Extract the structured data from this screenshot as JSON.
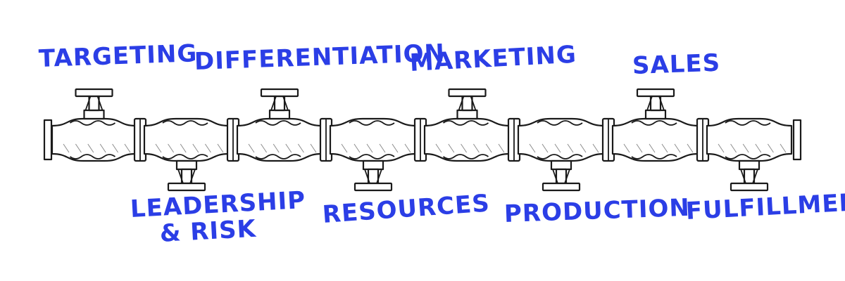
{
  "colors": {
    "label": "#2b3ee6",
    "ink": "#1a1a1a",
    "background": "#ffffff"
  },
  "stages": [
    {
      "label": "TARGETING"
    },
    {
      "label": "LEADERSHIP\n& RISK"
    },
    {
      "label": "DIFFERENTIATION"
    },
    {
      "label": "RESOURCES"
    },
    {
      "label": "MARKETING"
    },
    {
      "label": "PRODUCTION"
    },
    {
      "label": "SALES"
    },
    {
      "label": "FULFILLMENT"
    }
  ]
}
